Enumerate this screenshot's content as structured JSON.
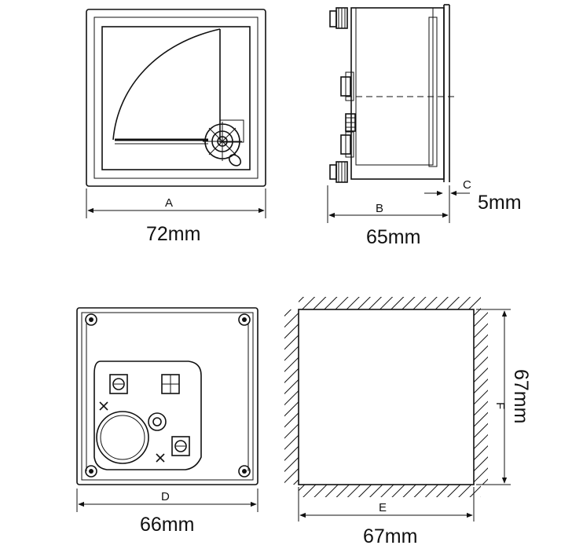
{
  "front_view": {
    "dim_label": "A",
    "dim_value": "72mm"
  },
  "side_view": {
    "depth_label": "B",
    "depth_value": "65mm",
    "panel_label": "C",
    "panel_value": "5mm"
  },
  "rear_view": {
    "dim_label": "D",
    "dim_value": "66mm"
  },
  "cutout": {
    "width_label": "E",
    "width_value": "67mm",
    "height_label": "F",
    "height_value": "67mm"
  },
  "colors": {
    "line": "#111111",
    "background": "#ffffff"
  }
}
